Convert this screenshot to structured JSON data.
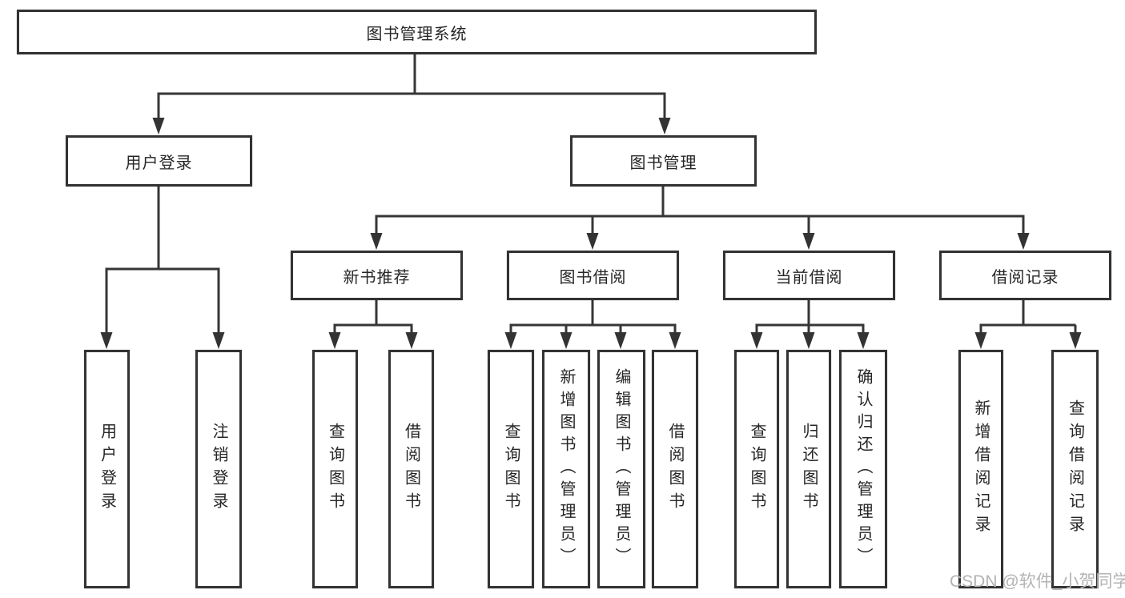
{
  "diagram": {
    "type": "hierarchy-tree",
    "root": {
      "label": "图书管理系统"
    },
    "branches": [
      {
        "label": "用户登录",
        "children": [
          {
            "label": "用户登录"
          },
          {
            "label": "注销登录"
          }
        ]
      },
      {
        "label": "图书管理",
        "children": [
          {
            "label": "新书推荐",
            "children": [
              {
                "label": "查询图书"
              },
              {
                "label": "借阅图书"
              }
            ]
          },
          {
            "label": "图书借阅",
            "children": [
              {
                "label": "查询图书"
              },
              {
                "label": "新增图书（管理员）"
              },
              {
                "label": "编辑图书（管理员）"
              },
              {
                "label": "借阅图书"
              }
            ]
          },
          {
            "label": "当前借阅",
            "children": [
              {
                "label": "查询图书"
              },
              {
                "label": "归还图书"
              },
              {
                "label": "确认归还（管理员）"
              }
            ]
          },
          {
            "label": "借阅记录",
            "children": [
              {
                "label": "新增借阅记录"
              },
              {
                "label": "查询借阅记录"
              }
            ]
          }
        ]
      }
    ],
    "colors": {
      "line": "#363636",
      "border": "#333333",
      "text": "#262626",
      "background": "#ffffff"
    }
  },
  "watermark": {
    "text": "CSDN @软件_小贺同学",
    "color": "#b3b3b3"
  }
}
